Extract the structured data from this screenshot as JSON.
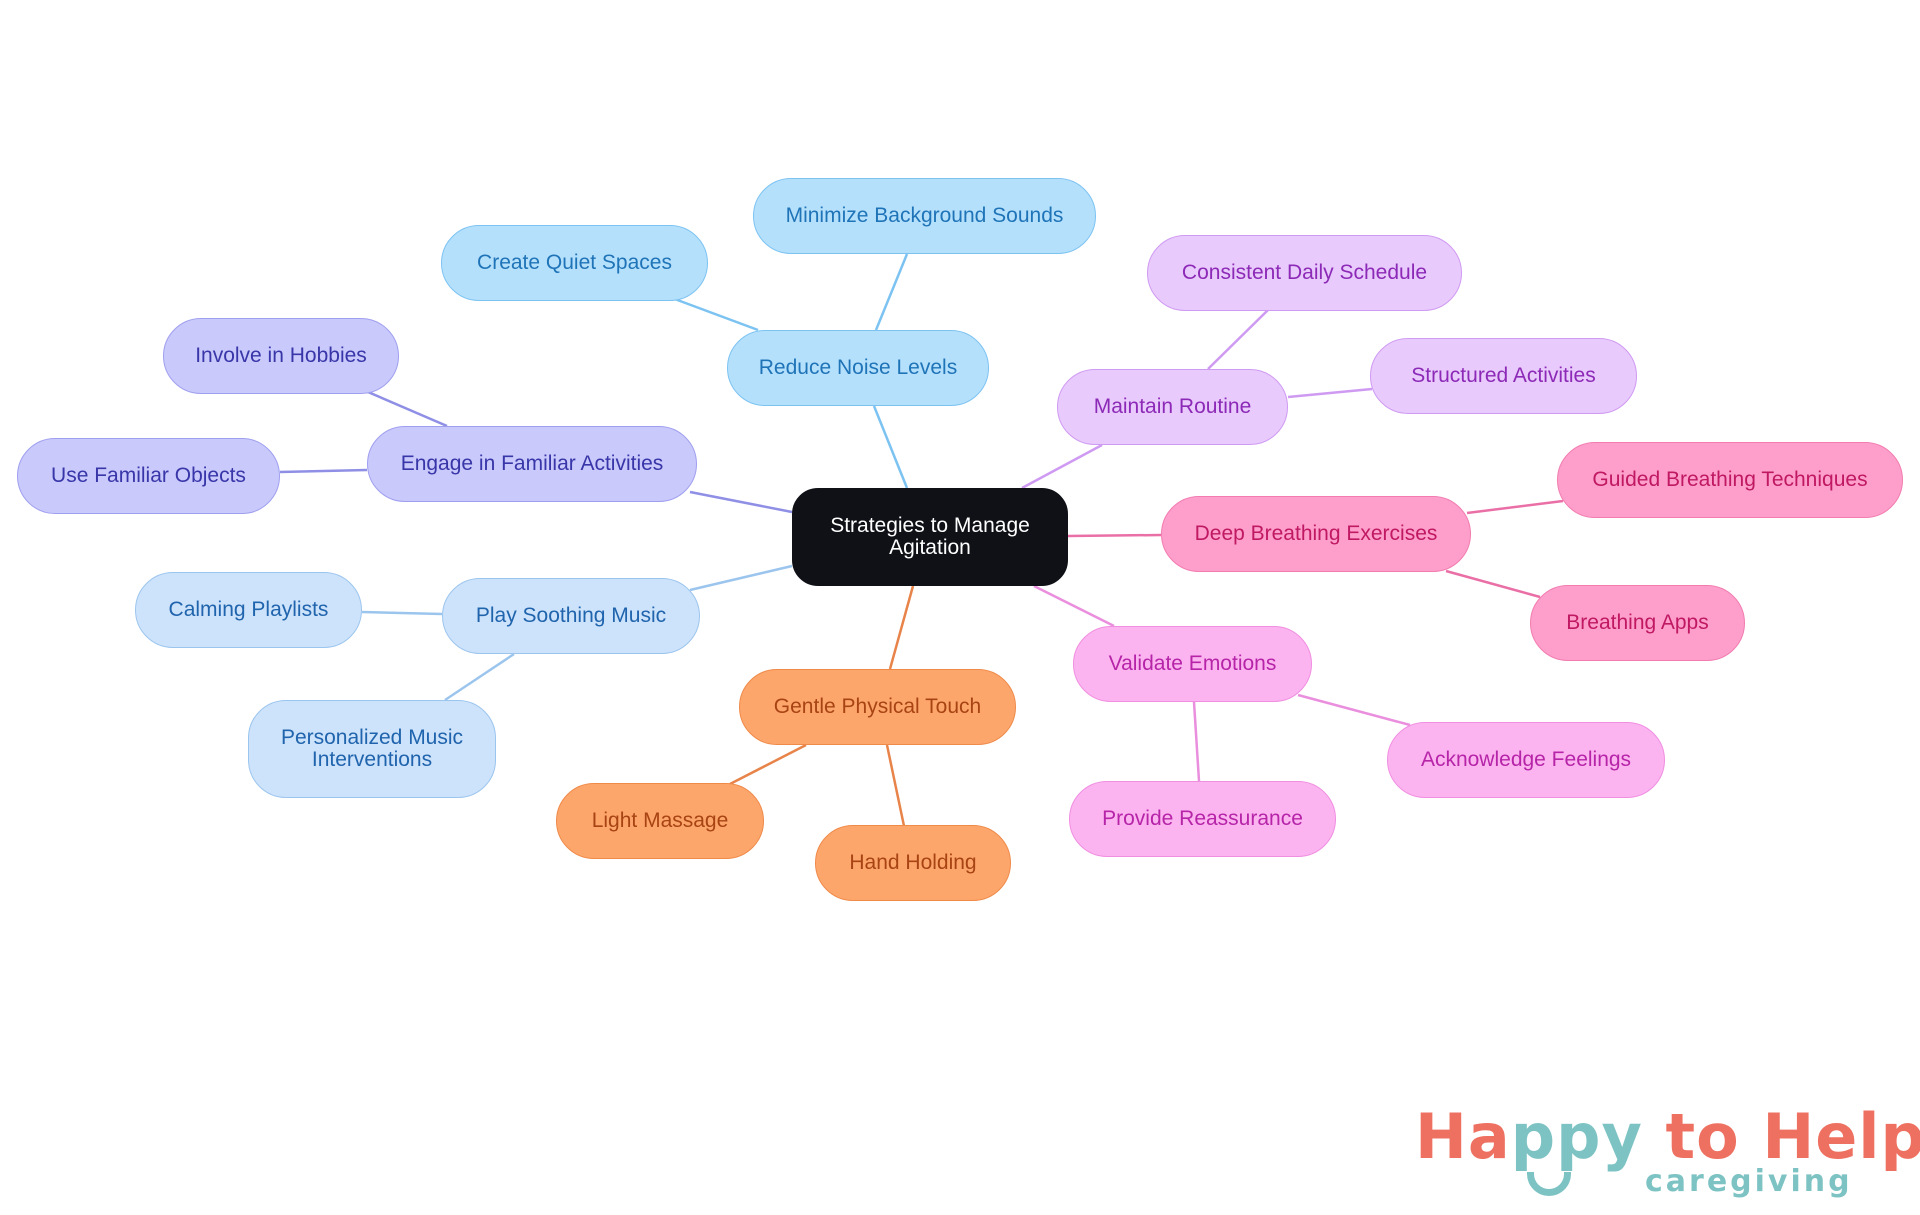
{
  "mindmap": {
    "root": "Strategies to Manage\nAgitation",
    "branches": {
      "noise": {
        "label": "Reduce Noise Levels",
        "children": [
          "Minimize Background Sounds",
          "Create Quiet Spaces"
        ]
      },
      "familiar": {
        "label": "Engage in Familiar Activities",
        "children": [
          "Involve in Hobbies",
          "Use Familiar Objects"
        ]
      },
      "music": {
        "label": "Play Soothing Music",
        "children": [
          "Calming Playlists",
          "Personalized Music\nInterventions"
        ]
      },
      "touch": {
        "label": "Gentle Physical Touch",
        "children": [
          "Light Massage",
          "Hand Holding"
        ]
      },
      "emotions": {
        "label": "Validate Emotions",
        "children": [
          "Acknowledge Feelings",
          "Provide Reassurance"
        ]
      },
      "breathing": {
        "label": "Deep Breathing Exercises",
        "children": [
          "Guided Breathing Techniques",
          "Breathing Apps"
        ]
      },
      "routine": {
        "label": "Maintain Routine",
        "children": [
          "Consistent Daily Schedule",
          "Structured Activities"
        ]
      }
    }
  },
  "colors": {
    "blue_edge": "#7cc3f2",
    "lblue_edge": "#9cc5ee",
    "indigo_edge": "#8f8fe6",
    "violet_edge": "#cf9af2",
    "pink_edge": "#ea6fa6",
    "magenta_edge": "#ea8ede",
    "orange_edge": "#e8844a"
  },
  "logo": {
    "brand_part1": "Ha",
    "brand_part2": "ppy",
    "brand_part3": " to Help",
    "tagline": "caregiving",
    "brand_color": "#ee7060",
    "accent_color": "#7ec3c4"
  }
}
